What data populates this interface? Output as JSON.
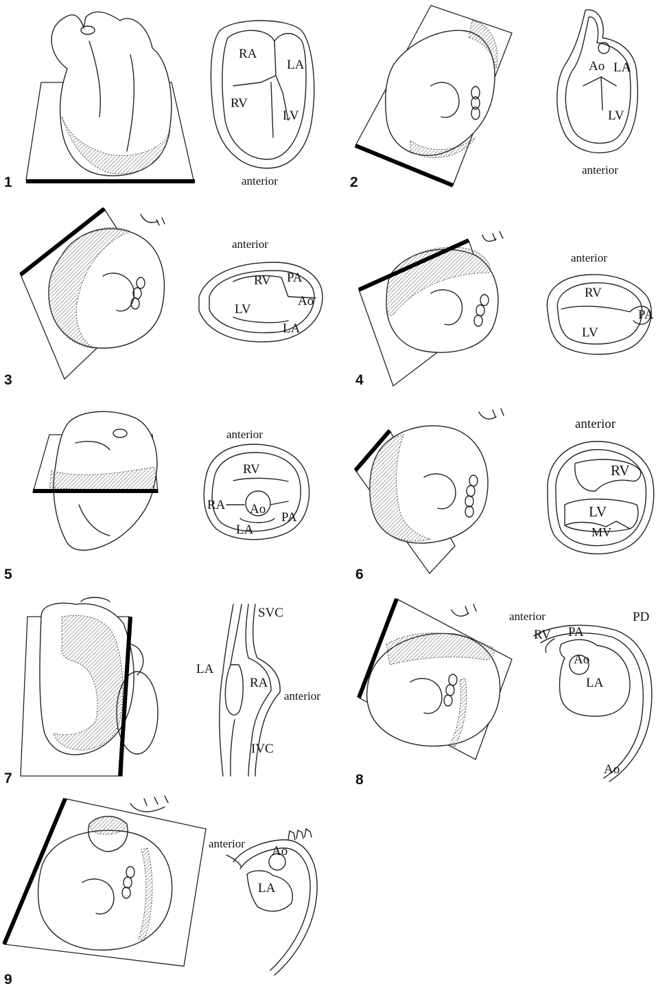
{
  "figure": {
    "panels": [
      {
        "number": "1",
        "labels": {
          "ra": "RA",
          "la": "LA",
          "rv": "RV",
          "lv": "LV"
        },
        "anterior": "anterior"
      },
      {
        "number": "2",
        "labels": {
          "ao": "Ao",
          "la": "LA",
          "lv": "LV"
        },
        "anterior": "anterior"
      },
      {
        "number": "3",
        "labels": {
          "rv": "RV",
          "pa": "PA",
          "ao": "Ao",
          "lv": "LV",
          "la": "LA"
        },
        "anterior": "anterior"
      },
      {
        "number": "4",
        "labels": {
          "rv": "RV",
          "pa": "PA",
          "lv": "LV"
        },
        "anterior": "anterior"
      },
      {
        "number": "5",
        "labels": {
          "rv": "RV",
          "ra": "RA",
          "ao": "Ao",
          "pa": "PA",
          "la": "LA"
        },
        "anterior": "anterior"
      },
      {
        "number": "6",
        "labels": {
          "rv": "RV",
          "lv": "LV",
          "mv": "MV"
        },
        "anterior": "anterior"
      },
      {
        "number": "7",
        "labels": {
          "svc": "SVC",
          "la": "LA",
          "ra": "RA",
          "ivc": "IVC"
        },
        "anterior": "anterior"
      },
      {
        "number": "8",
        "labels": {
          "rv": "RV",
          "pa": "PA",
          "pd": "PD",
          "ao_top": "Ao",
          "la": "LA",
          "ao_bottom": "Ao"
        },
        "anterior": "anterior"
      },
      {
        "number": "9",
        "labels": {
          "ao": "Ao",
          "la": "LA"
        },
        "anterior": "anterior"
      }
    ]
  }
}
